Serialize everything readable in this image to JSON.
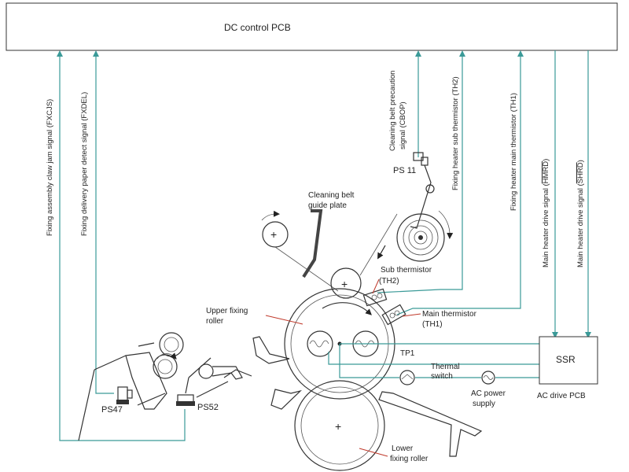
{
  "pcb": {
    "label": "DC control PCB"
  },
  "signals": {
    "fxcjs": "Fixing assembly claw jam signal (FXCJS)",
    "fxdel": "Fixing delivery paper detect signal (FXDEL)",
    "cbop_line1": "Cleaning belt precaution",
    "cbop_line2": "signal (CBOP)",
    "th2": "Fixing heater sub thermistor (TH2)",
    "th1": "Fixing heater main thermistor (TH1)",
    "hmrd_prefix": "Main heater drive signal (",
    "hmrd_name": "HMRD",
    "hmrd_suffix": ")",
    "shrd_prefix": "Main heater drive signal (",
    "shrd_name": "SHRD",
    "shrd_suffix": ")"
  },
  "labels": {
    "ps11": "PS 11",
    "cleaning_belt_line1": "Cleaning belt",
    "cleaning_belt_line2": "guide plate",
    "sub_thermistor_line1": "Sub thermistor",
    "sub_thermistor_line2": "(TH2)",
    "main_thermistor_line1": "Main thermistor",
    "main_thermistor_line2": "(TH1)",
    "upper_roller_line1": "Upper fixing",
    "upper_roller_line2": "roller",
    "tp1": "TP1",
    "thermal_switch_line1": "Thermal",
    "thermal_switch_line2": "switch",
    "ac_power_line1": "AC power",
    "ac_power_line2": "supply",
    "ssr": "SSR",
    "ac_drive_pcb": "AC drive PCB",
    "ps47": "PS47",
    "ps52": "PS52",
    "lower_roller_line1": "Lower",
    "lower_roller_line2": "fixing roller"
  }
}
